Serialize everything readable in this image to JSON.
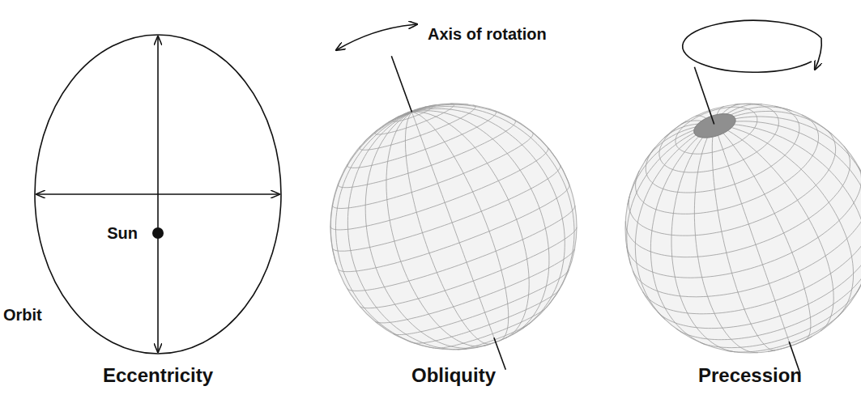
{
  "diagram": {
    "labels": [
      "Axis of rotation",
      "Sun",
      "Orbit",
      "Eccentricity",
      "Obliquity",
      "Precession"
    ]
  }
}
